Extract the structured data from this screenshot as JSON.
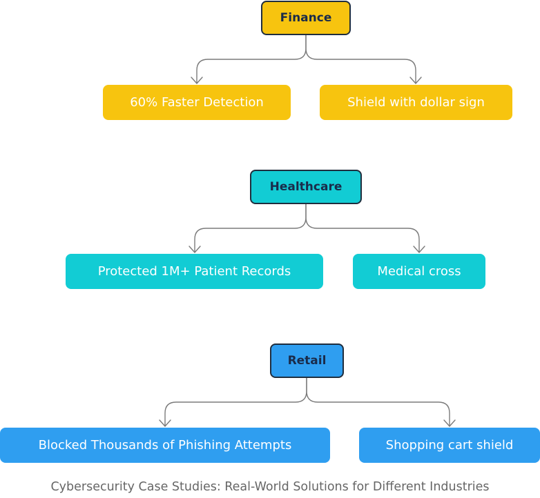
{
  "diagram": {
    "groups": [
      {
        "id": "finance",
        "label": "Finance",
        "color": "#f7c40f",
        "children": [
          "60% Faster Detection",
          "Shield with dollar sign"
        ]
      },
      {
        "id": "healthcare",
        "label": "Healthcare",
        "color": "#12ccd4",
        "children": [
          "Protected 1M+ Patient Records",
          "Medical cross"
        ]
      },
      {
        "id": "retail",
        "label": "Retail",
        "color": "#2f9ef0",
        "children": [
          "Blocked Thousands of Phishing Attempts",
          "Shopping cart shield"
        ]
      }
    ],
    "caption": "Cybersecurity Case Studies: Real-World Solutions for Different Industries"
  }
}
